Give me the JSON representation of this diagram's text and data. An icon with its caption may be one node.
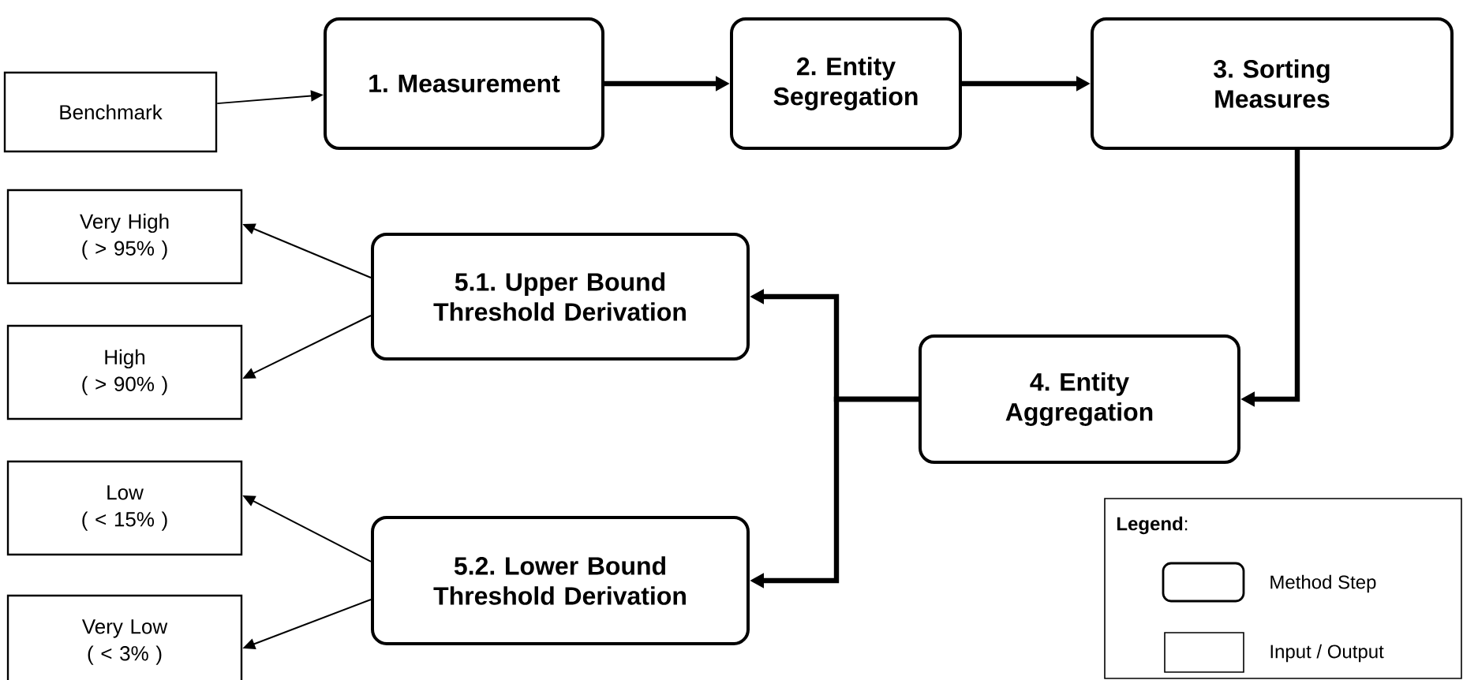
{
  "diagram": {
    "nodes": [
      {
        "text": [
          "Benchmark"
        ]
      },
      {
        "text": [
          "1. Measurement"
        ]
      },
      {
        "text": [
          "2. Entity Segregation"
        ]
      },
      {
        "text": [
          "3. Sorting Measures"
        ]
      },
      {
        "text": [
          "4. Entity Aggregation"
        ]
      },
      {
        "text": [
          "5.1. Upper Bound Threshold Derivation"
        ]
      },
      {
        "text": [
          "5.2. Lower Bound Threshold Derivation"
        ]
      },
      {
        "text": [
          "Very High",
          "( > 95% )"
        ]
      },
      {
        "text": [
          "High",
          "( > 90% )"
        ]
      },
      {
        "text": [
          "Low",
          "( < 15% )"
        ]
      },
      {
        "text": [
          "Very Low",
          "( < 3% )"
        ]
      }
    ],
    "edges": [
      {
        "from": 0,
        "to": 1,
        "arrow": "to"
      },
      {
        "from": 1,
        "to": 2,
        "arrow": "to",
        "style": "thick"
      },
      {
        "from": 2,
        "to": 3,
        "arrow": "to",
        "style": "thick"
      },
      {
        "from": 3,
        "to": 4,
        "arrow": "to",
        "style": "thick"
      },
      {
        "from": 4,
        "to": 5,
        "arrow": "to",
        "style": "thick"
      },
      {
        "from": 4,
        "to": 6,
        "arrow": "to",
        "style": "thick"
      },
      {
        "from": 5,
        "to": 7,
        "arrow": "to"
      },
      {
        "from": 5,
        "to": 8,
        "arrow": "to"
      },
      {
        "from": 6,
        "to": 9,
        "arrow": "to"
      },
      {
        "from": 6,
        "to": 10,
        "arrow": "to"
      }
    ],
    "labels": [
      "**Legend**:"
    ],
    "legend": [
      {
        "text": "Method Step"
      },
      {
        "text": "Input / Output"
      }
    ]
  }
}
